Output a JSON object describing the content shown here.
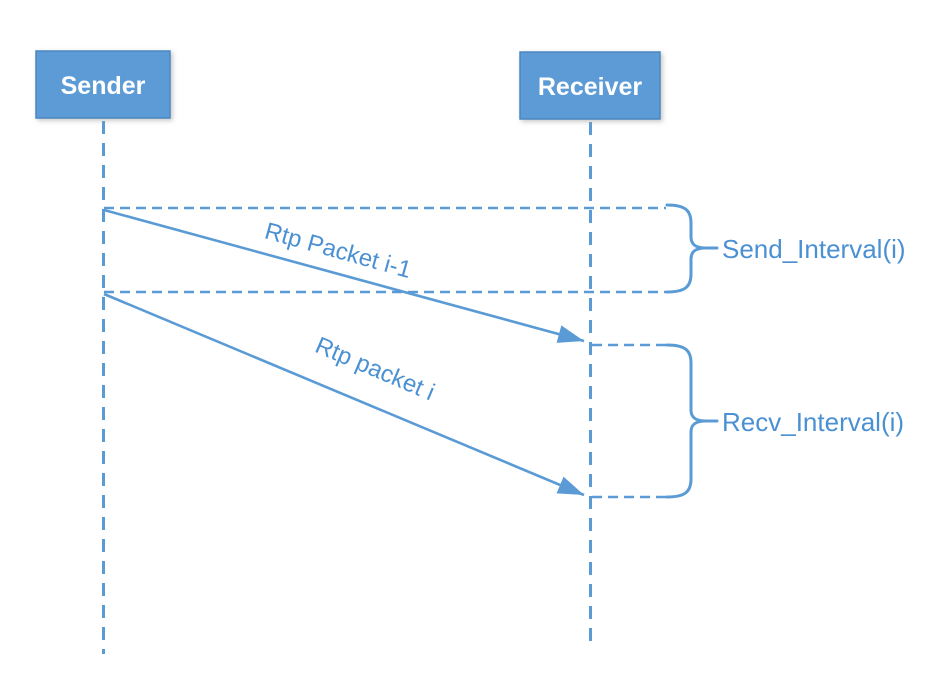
{
  "colors": {
    "accent": "#5B9BD5",
    "accent_border": "#4A87C2",
    "text_accent": "#4A90D2",
    "text_on_accent": "#FFFFFF",
    "background": "#FFFFFF"
  },
  "actors": {
    "sender": "Sender",
    "receiver": "Receiver"
  },
  "messages": {
    "first": "Rtp Packet i-1",
    "second": "Rtp packet i"
  },
  "intervals": {
    "send": "Send_Interval(i)",
    "recv": "Recv_Interval(i)"
  }
}
